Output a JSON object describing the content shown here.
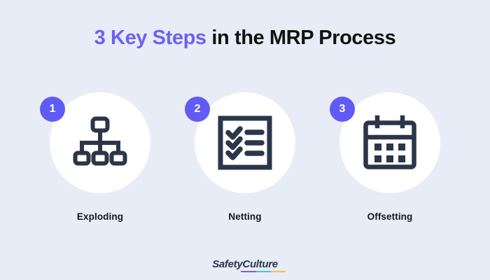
{
  "background_color": "#e8ecf7",
  "accent_color": "#605bf5",
  "icon_color": "#2b3648",
  "title": {
    "accent_text": "3 Key Steps",
    "rest_text": " in the MRP Process",
    "full_text": "3 Key Steps in the MRP Process"
  },
  "steps": [
    {
      "number": "1",
      "label": "Exploding",
      "icon": "hierarchy-icon"
    },
    {
      "number": "2",
      "label": "Netting",
      "icon": "checklist-icon"
    },
    {
      "number": "3",
      "label": "Offsetting",
      "icon": "calendar-icon"
    }
  ],
  "footer": {
    "logo_text": "SafetyCulture",
    "underline_colors": [
      "#7a5cf0",
      "#3fc8e4",
      "#f5c242"
    ]
  }
}
